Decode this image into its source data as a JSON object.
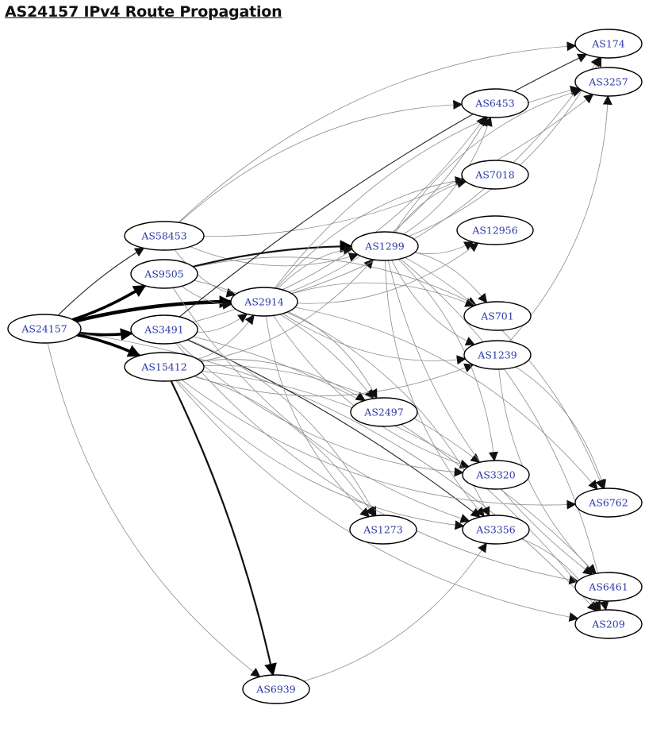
{
  "page": {
    "title": "AS24157 IPv4 Route Propagation"
  },
  "nodes": [
    {
      "id": "AS24157"
    },
    {
      "id": "AS58453"
    },
    {
      "id": "AS9505"
    },
    {
      "id": "AS3491"
    },
    {
      "id": "AS15412"
    },
    {
      "id": "AS2914"
    },
    {
      "id": "AS1299"
    },
    {
      "id": "AS174"
    },
    {
      "id": "AS3257"
    },
    {
      "id": "AS6453"
    },
    {
      "id": "AS7018"
    },
    {
      "id": "AS12956"
    },
    {
      "id": "AS701"
    },
    {
      "id": "AS1239"
    },
    {
      "id": "AS2497"
    },
    {
      "id": "AS3320"
    },
    {
      "id": "AS6762"
    },
    {
      "id": "AS1273"
    },
    {
      "id": "AS3356"
    },
    {
      "id": "AS6461"
    },
    {
      "id": "AS209"
    },
    {
      "id": "AS6939"
    }
  ],
  "edges": [
    {
      "from": "AS24157",
      "to": "AS58453",
      "weight": "normal"
    },
    {
      "from": "AS24157",
      "to": "AS9505",
      "weight": "heavy"
    },
    {
      "from": "AS24157",
      "to": "AS2914",
      "weight": "heaviest"
    },
    {
      "from": "AS24157",
      "to": "AS3491",
      "weight": "heavy"
    },
    {
      "from": "AS24157",
      "to": "AS15412",
      "weight": "heavy"
    },
    {
      "from": "AS24157",
      "to": "AS6939",
      "weight": "light"
    },
    {
      "from": "AS24157",
      "to": "AS209",
      "weight": "light"
    },
    {
      "from": "AS58453",
      "to": "AS2914",
      "weight": "light"
    },
    {
      "from": "AS58453",
      "to": "AS174",
      "weight": "light"
    },
    {
      "from": "AS58453",
      "to": "AS3257",
      "weight": "light"
    },
    {
      "from": "AS58453",
      "to": "AS6453",
      "weight": "light"
    },
    {
      "from": "AS58453",
      "to": "AS1299",
      "weight": "light"
    },
    {
      "from": "AS9505",
      "to": "AS1299",
      "weight": "medium"
    },
    {
      "from": "AS9505",
      "to": "AS2914",
      "weight": "light"
    },
    {
      "from": "AS9505",
      "to": "AS701",
      "weight": "light"
    },
    {
      "from": "AS9505",
      "to": "AS3356",
      "weight": "light"
    },
    {
      "from": "AS9505",
      "to": "AS2497",
      "weight": "light"
    },
    {
      "from": "AS3491",
      "to": "AS2914",
      "weight": "light"
    },
    {
      "from": "AS3491",
      "to": "AS174",
      "weight": "normal"
    },
    {
      "from": "AS3491",
      "to": "AS6453",
      "weight": "light"
    },
    {
      "from": "AS3491",
      "to": "AS3356",
      "weight": "normal"
    },
    {
      "from": "AS3491",
      "to": "AS3320",
      "weight": "light"
    },
    {
      "from": "AS3491",
      "to": "AS1273",
      "weight": "light"
    },
    {
      "from": "AS3491",
      "to": "AS6461",
      "weight": "light"
    },
    {
      "from": "AS3491",
      "to": "AS209",
      "weight": "light"
    },
    {
      "from": "AS15412",
      "to": "AS1299",
      "weight": "light"
    },
    {
      "from": "AS15412",
      "to": "AS6939",
      "weight": "medium"
    },
    {
      "from": "AS15412",
      "to": "AS2914",
      "weight": "light"
    },
    {
      "from": "AS15412",
      "to": "AS1273",
      "weight": "light"
    },
    {
      "from": "AS15412",
      "to": "AS3356",
      "weight": "light"
    },
    {
      "from": "AS15412",
      "to": "AS3320",
      "weight": "light"
    },
    {
      "from": "AS15412",
      "to": "AS6762",
      "weight": "light"
    },
    {
      "from": "AS15412",
      "to": "AS6461",
      "weight": "light"
    },
    {
      "from": "AS15412",
      "to": "AS209",
      "weight": "light"
    },
    {
      "from": "AS15412",
      "to": "AS2497",
      "weight": "light"
    },
    {
      "from": "AS15412",
      "to": "AS1239",
      "weight": "light"
    },
    {
      "from": "AS2914",
      "to": "AS1299",
      "weight": "light"
    },
    {
      "from": "AS2914",
      "to": "AS174",
      "weight": "light"
    },
    {
      "from": "AS2914",
      "to": "AS3257",
      "weight": "light"
    },
    {
      "from": "AS2914",
      "to": "AS6453",
      "weight": "light"
    },
    {
      "from": "AS2914",
      "to": "AS7018",
      "weight": "light"
    },
    {
      "from": "AS2914",
      "to": "AS12956",
      "weight": "light"
    },
    {
      "from": "AS2914",
      "to": "AS701",
      "weight": "light"
    },
    {
      "from": "AS2914",
      "to": "AS1239",
      "weight": "light"
    },
    {
      "from": "AS2914",
      "to": "AS2497",
      "weight": "light"
    },
    {
      "from": "AS2914",
      "to": "AS3320",
      "weight": "light"
    },
    {
      "from": "AS2914",
      "to": "AS3356",
      "weight": "light"
    },
    {
      "from": "AS2914",
      "to": "AS1273",
      "weight": "light"
    },
    {
      "from": "AS2914",
      "to": "AS6762",
      "weight": "light"
    },
    {
      "from": "AS1299",
      "to": "AS174",
      "weight": "light"
    },
    {
      "from": "AS1299",
      "to": "AS3257",
      "weight": "light"
    },
    {
      "from": "AS1299",
      "to": "AS6453",
      "weight": "light"
    },
    {
      "from": "AS1299",
      "to": "AS7018",
      "weight": "light"
    },
    {
      "from": "AS1299",
      "to": "AS12956",
      "weight": "light"
    },
    {
      "from": "AS1299",
      "to": "AS701",
      "weight": "light"
    },
    {
      "from": "AS1299",
      "to": "AS1239",
      "weight": "light"
    },
    {
      "from": "AS1299",
      "to": "AS3320",
      "weight": "light"
    },
    {
      "from": "AS1299",
      "to": "AS3356",
      "weight": "light"
    },
    {
      "from": "AS1299",
      "to": "AS6762",
      "weight": "light"
    },
    {
      "from": "AS1299",
      "to": "AS6461",
      "weight": "light"
    },
    {
      "from": "AS1299",
      "to": "AS209",
      "weight": "light"
    },
    {
      "from": "AS1239",
      "to": "AS3257",
      "weight": "light"
    },
    {
      "from": "AS1239",
      "to": "AS6762",
      "weight": "light"
    },
    {
      "from": "AS1239",
      "to": "AS6461",
      "weight": "light"
    },
    {
      "from": "AS3356",
      "to": "AS209",
      "weight": "light"
    },
    {
      "from": "AS6939",
      "to": "AS3356",
      "weight": "light"
    }
  ]
}
